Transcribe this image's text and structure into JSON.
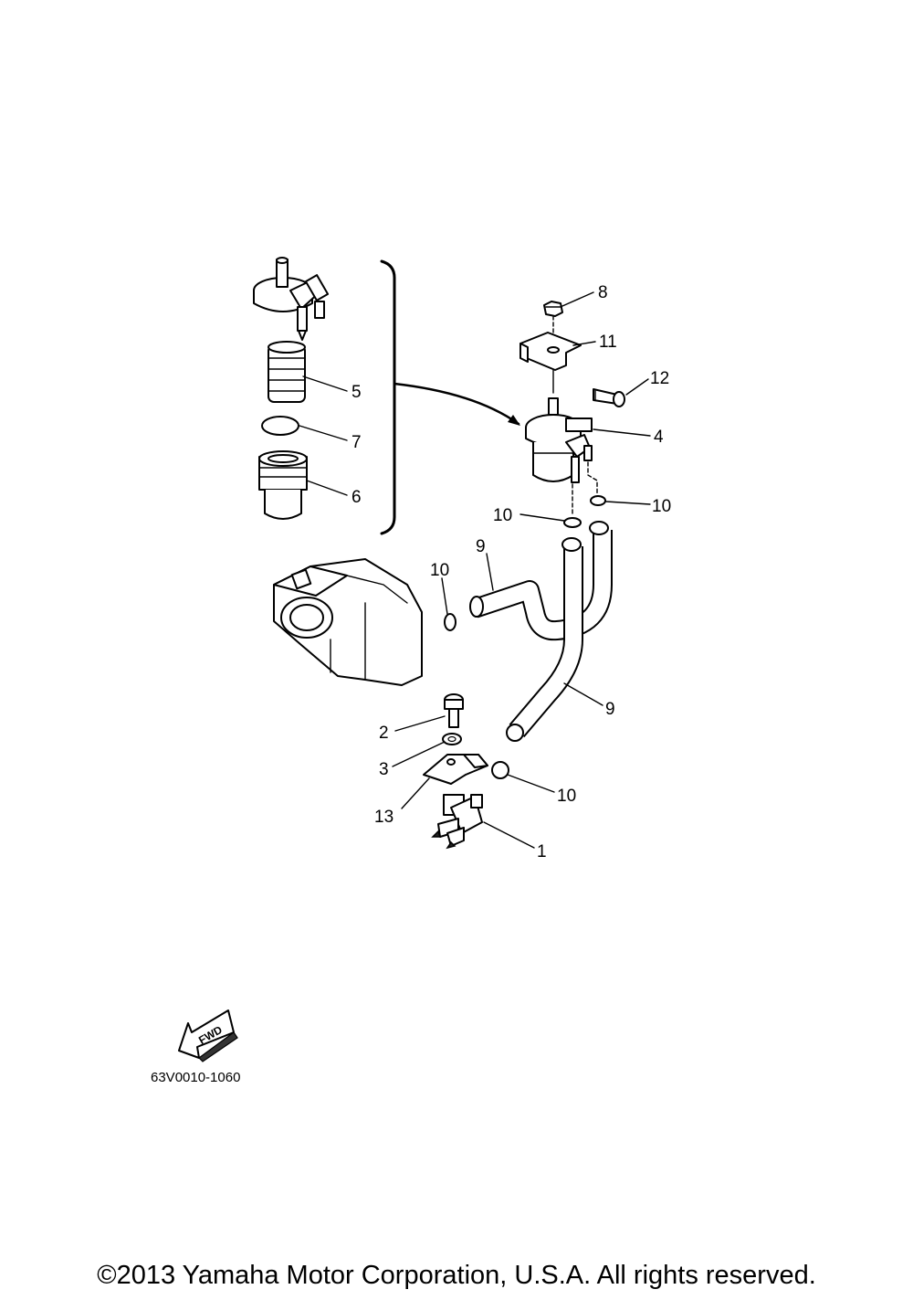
{
  "callouts": [
    {
      "id": "c8",
      "text": "8"
    },
    {
      "id": "c11",
      "text": "11"
    },
    {
      "id": "c12",
      "text": "12"
    },
    {
      "id": "c4",
      "text": "4"
    },
    {
      "id": "c5",
      "text": "5"
    },
    {
      "id": "c7",
      "text": "7"
    },
    {
      "id": "c6",
      "text": "6"
    },
    {
      "id": "c10a",
      "text": "10"
    },
    {
      "id": "c10b",
      "text": "10"
    },
    {
      "id": "c9a",
      "text": "9"
    },
    {
      "id": "c10c",
      "text": "10"
    },
    {
      "id": "c9b",
      "text": "9"
    },
    {
      "id": "c2",
      "text": "2"
    },
    {
      "id": "c3",
      "text": "3"
    },
    {
      "id": "c10d",
      "text": "10"
    },
    {
      "id": "c13",
      "text": "13"
    },
    {
      "id": "c1",
      "text": "1"
    }
  ],
  "fwd_badge": "FWD",
  "diagram_code": "63V0010-1060",
  "copyright": "©2013 Yamaha Motor Corporation, U.S.A. All rights reserved."
}
